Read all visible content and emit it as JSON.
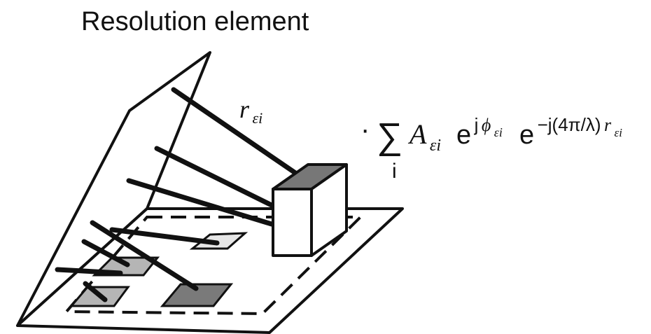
{
  "title": "Resolution element",
  "range_label": {
    "symbol": "r",
    "subscript": "εi"
  },
  "equation": {
    "lead_dot": "·",
    "sum_symbol": "∑",
    "sum_index": "i",
    "amplitude": "A",
    "amplitude_sub": "εi",
    "exp1_base": "e",
    "exp1_j": "j",
    "exp1_phi": "ϕ",
    "exp1_sub": "εi",
    "exp2_base": "e",
    "exp2_power": "−j(4π/λ)",
    "exp2_r": "r",
    "exp2_sub": "εi"
  },
  "colors": {
    "line": "#111111",
    "patch_light": "#e6e6e6",
    "patch_mid": "#b5b5b5",
    "patch_dark": "#7a7a7a",
    "box_top": "#777777",
    "box_side": "#ffffff"
  }
}
